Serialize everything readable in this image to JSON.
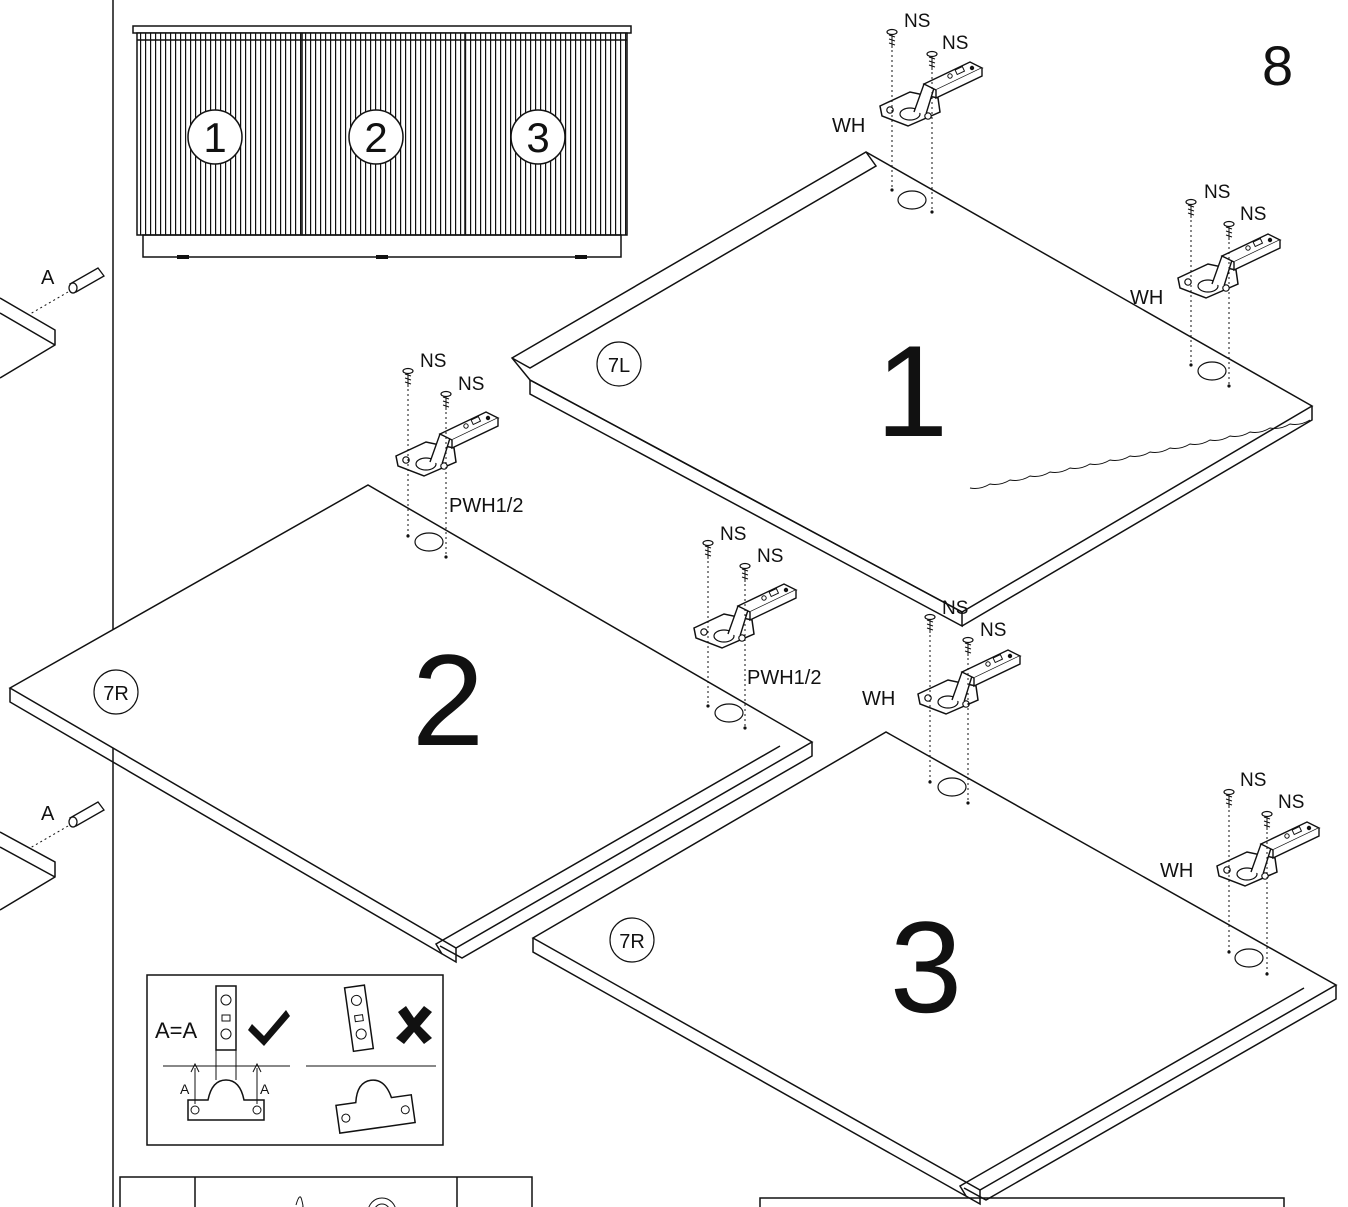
{
  "step_number": "8",
  "overview": {
    "door_numbers": [
      "1",
      "2",
      "3"
    ]
  },
  "doors": [
    {
      "number": "1",
      "panel_label": "7L"
    },
    {
      "number": "2",
      "panel_label": "7R"
    },
    {
      "number": "3",
      "panel_label": "7R"
    }
  ],
  "fasteners": {
    "screw": "NS",
    "hinge_standard": "WH",
    "hinge_pwh": "PWH1/2",
    "dowel": "A"
  },
  "inset": {
    "equation": "A=A",
    "marker": "A",
    "ok_icon": "check-mark-icon",
    "bad_icon": "cross-mark-icon"
  },
  "colors": {
    "line": "#111111",
    "background": "#ffffff"
  }
}
